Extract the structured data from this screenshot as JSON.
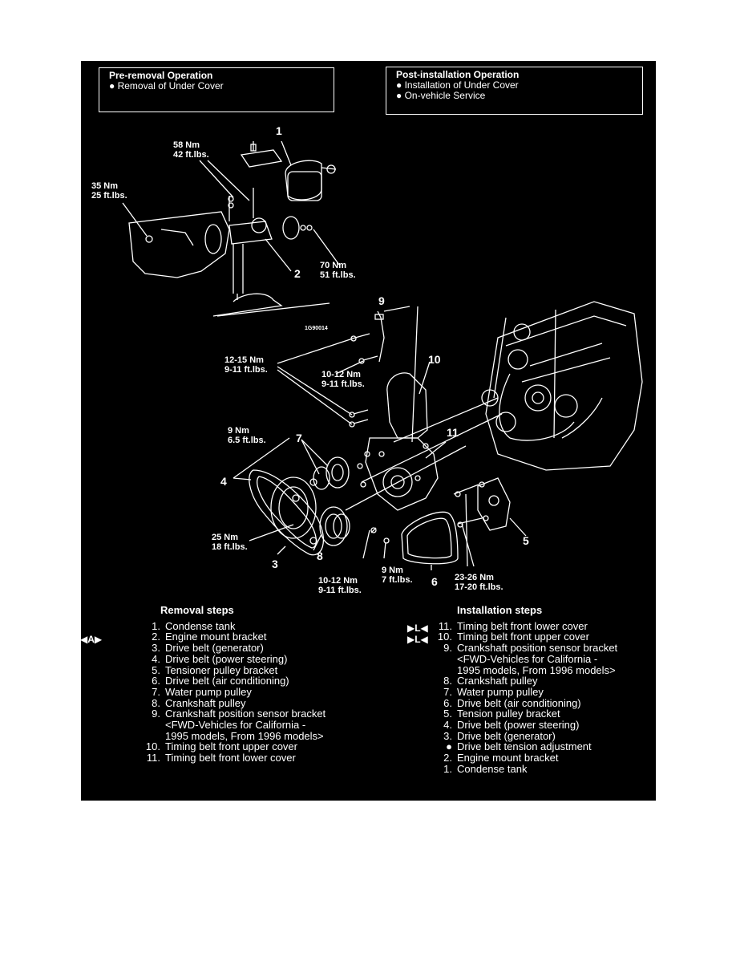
{
  "pre_removal": {
    "title": "Pre-removal Operation",
    "items": [
      "Removal of Under Cover"
    ]
  },
  "post_installation": {
    "title": "Post-installation Operation",
    "items": [
      "Installation of Under Cover",
      "On-vehicle Service"
    ]
  },
  "top_diagram": {
    "torques": {
      "t58": [
        "58 Nm",
        "42 ft.lbs."
      ],
      "t35": [
        "35 Nm",
        "25 ft.lbs."
      ],
      "t70": [
        "70 Nm",
        "51 ft.lbs."
      ]
    },
    "callouts": {
      "c1": "1",
      "c2": "2"
    },
    "code": "1G90014"
  },
  "bottom_diagram": {
    "torques": {
      "t1215": [
        "12-15 Nm",
        "9-11 ft.lbs."
      ],
      "t1012a": [
        "10-12 Nm",
        "9-11 ft.lbs."
      ],
      "t9a": [
        "9 Nm",
        "6.5 ft.lbs."
      ],
      "t25": [
        "25 Nm",
        "18 ft.lbs."
      ],
      "t1012b": [
        "10-12 Nm",
        "9-11 ft.lbs."
      ],
      "t9b": [
        "9 Nm",
        "7 ft.lbs."
      ],
      "t2326": [
        "23-26 Nm",
        "17-20 ft.lbs."
      ]
    },
    "callouts": {
      "c3": "3",
      "c4": "4",
      "c5": "5",
      "c6": "6",
      "c7": "7",
      "c8": "8",
      "c9": "9",
      "c10": "10",
      "c11": "11"
    }
  },
  "removal": {
    "heading": "Removal steps",
    "badge": "◀A▶",
    "steps": [
      {
        "n": "1.",
        "text": "Condense tank"
      },
      {
        "n": "2.",
        "text": "Engine mount bracket"
      },
      {
        "n": "3.",
        "text": "Drive belt (generator)"
      },
      {
        "n": "4.",
        "text": "Drive belt (power steering)"
      },
      {
        "n": "5.",
        "text": "Tensioner pulley bracket"
      },
      {
        "n": "6.",
        "text": "Drive belt (air conditioning)"
      },
      {
        "n": "7.",
        "text": "Water pump pulley"
      },
      {
        "n": "8.",
        "text": "Crankshaft pulley"
      },
      {
        "n": "9.",
        "text": "Crankshaft position sensor bracket"
      },
      {
        "n": "",
        "text": "<FWD-Vehicles for California -"
      },
      {
        "n": "",
        "text": "1995 models, From 1996 models>"
      },
      {
        "n": "10.",
        "text": "Timing belt front upper cover"
      },
      {
        "n": "11.",
        "text": "Timing belt front lower cover"
      }
    ]
  },
  "installation": {
    "heading": "Installation steps",
    "badge": "▶L◀",
    "steps": [
      {
        "n": "11.",
        "text": "Timing belt front lower cover"
      },
      {
        "n": "10.",
        "text": "Timing belt front upper cover"
      },
      {
        "n": "9.",
        "text": "Crankshaft position sensor bracket"
      },
      {
        "n": "",
        "text": "<FWD-Vehicles for California -"
      },
      {
        "n": "",
        "text": "1995 models, From 1996 models>"
      },
      {
        "n": "8.",
        "text": "Crankshaft pulley"
      },
      {
        "n": "7.",
        "text": "Water pump pulley"
      },
      {
        "n": "6.",
        "text": "Drive belt (air conditioning)"
      },
      {
        "n": "5.",
        "text": "Tension pulley bracket"
      },
      {
        "n": "4.",
        "text": "Drive belt (power steering)"
      },
      {
        "n": "3.",
        "text": "Drive belt (generator)"
      },
      {
        "n": "●",
        "text": "Drive belt tension adjustment"
      },
      {
        "n": "2.",
        "text": "Engine mount bracket"
      },
      {
        "n": "1.",
        "text": "Condense tank"
      }
    ]
  }
}
